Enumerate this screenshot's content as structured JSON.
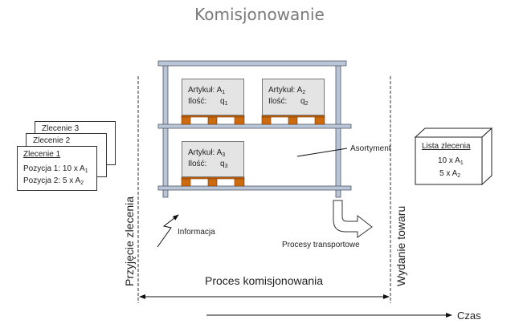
{
  "title": "Komisjonowanie",
  "orders": {
    "cards": [
      {
        "title": "Zlecenie 3"
      },
      {
        "title": "Zlecenie 2"
      },
      {
        "title": "Zlecenie 1",
        "lines": [
          {
            "text": "Pozycja 1: 10 x A",
            "sub": "1"
          },
          {
            "text": "Pozycja 2: 5 x A",
            "sub": "2"
          }
        ]
      }
    ]
  },
  "rack": {
    "boxes": [
      {
        "article_label": "Artykuł:",
        "article": "A",
        "article_sub": "1",
        "qty_label": "Ilość:",
        "qty": "q",
        "qty_sub": "1"
      },
      {
        "article_label": "Artykuł:",
        "article": "A",
        "article_sub": "2",
        "qty_label": "Ilość:",
        "qty": "q",
        "qty_sub": "2"
      },
      {
        "article_label": "Artykuł:",
        "article": "A",
        "article_sub": "3",
        "qty_label": "Ilość:",
        "qty": "q",
        "qty_sub": "3"
      }
    ],
    "assortment_label": "Asortyment",
    "colors": {
      "frame": "#b8c6d8",
      "pallet": "#cc6a10",
      "box": "#e4e4e4"
    }
  },
  "pick_list": {
    "title": "Lista zlecenia",
    "lines": [
      {
        "text": "10 x A",
        "sub": "1"
      },
      {
        "text": "5 x A",
        "sub": "2"
      }
    ]
  },
  "labels": {
    "order_receipt": "Przyjęcie zlecenia",
    "goods_issue": "Wydanie towaru",
    "information": "Informacja",
    "transport": "Procesy transportowe",
    "process": "Proces komisjonowania",
    "time": "Czas"
  }
}
